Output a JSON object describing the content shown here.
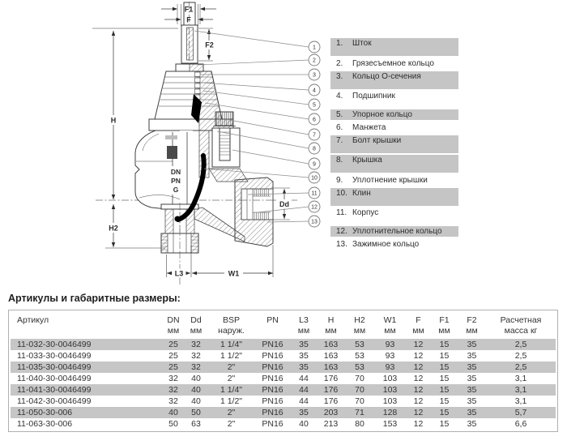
{
  "title": "Артикулы и габаритные размеры:",
  "drawing": {
    "dims": {
      "f1": "F1",
      "f": "F",
      "f2": "F2",
      "h": "H",
      "h2": "H2",
      "l3": "L3",
      "w1": "W1",
      "dd": "Dd"
    },
    "markings": {
      "dn": "DN",
      "pn": "PN",
      "g": "G"
    }
  },
  "parts": [
    {
      "callout": "1",
      "num": "1.",
      "label": "Шток",
      "shaded": true,
      "tall": true,
      "gap": false
    },
    {
      "callout": "2",
      "num": "2.",
      "label": "Грязесъемное кольцо",
      "shaded": false,
      "tall": false,
      "gap": false
    },
    {
      "callout": "3",
      "num": "3.",
      "label": "Кольцо О-сечения",
      "shaded": true,
      "tall": true,
      "gap": false
    },
    {
      "callout": "4",
      "num": "4.",
      "label": "Подшипник",
      "shaded": false,
      "tall": false,
      "gap": true
    },
    {
      "callout": "5",
      "num": "5.",
      "label": "Упорное кольцо",
      "shaded": true,
      "tall": false,
      "gap": false
    },
    {
      "callout": "6",
      "num": "6.",
      "label": "Манжета",
      "shaded": false,
      "tall": false,
      "gap": false
    },
    {
      "callout": "7",
      "num": "7.",
      "label": "Болт крышки",
      "shaded": true,
      "tall": true,
      "gap": false
    },
    {
      "callout": "8",
      "num": "8.",
      "label": "Крышка",
      "shaded": true,
      "tall": true,
      "gap": false
    },
    {
      "callout": "9",
      "num": "9.",
      "label": "Уплотнение крышки",
      "shaded": false,
      "tall": false,
      "gap": false
    },
    {
      "callout": "10",
      "num": "10.",
      "label": "Клин",
      "shaded": true,
      "tall": true,
      "gap": false
    },
    {
      "callout": "11",
      "num": "11.",
      "label": "Корпус",
      "shaded": false,
      "tall": false,
      "gap": true
    },
    {
      "callout": "12",
      "num": "12.",
      "label": "Уплотнительное кольцо",
      "shaded": true,
      "tall": false,
      "gap": false
    },
    {
      "callout": "13",
      "num": "13.",
      "label": "Зажимное кольцо",
      "shaded": false,
      "tall": false,
      "gap": false
    }
  ],
  "table": {
    "headers": [
      {
        "l1": "Артикул",
        "l2": ""
      },
      {
        "l1": "DN",
        "l2": "мм"
      },
      {
        "l1": "Dd",
        "l2": "мм"
      },
      {
        "l1": "BSP",
        "l2": "наруж."
      },
      {
        "l1": "PN",
        "l2": ""
      },
      {
        "l1": "L3",
        "l2": "мм"
      },
      {
        "l1": "H",
        "l2": "мм"
      },
      {
        "l1": "H2",
        "l2": "мм"
      },
      {
        "l1": "W1",
        "l2": "мм"
      },
      {
        "l1": "F",
        "l2": "мм"
      },
      {
        "l1": "F1",
        "l2": "мм"
      },
      {
        "l1": "F2",
        "l2": "мм"
      },
      {
        "l1": "Расчетная",
        "l2": "масса кг"
      }
    ],
    "rows": [
      [
        "11-032-30-0046499",
        "25",
        "32",
        "1 1/4\"",
        "PN16",
        "35",
        "163",
        "53",
        "93",
        "12",
        "15",
        "35",
        "2,5"
      ],
      [
        "11-033-30-0046499",
        "25",
        "32",
        "1 1/2\"",
        "PN16",
        "35",
        "163",
        "53",
        "93",
        "12",
        "15",
        "35",
        "2,5"
      ],
      [
        "11-035-30-0046499",
        "25",
        "32",
        "2\"",
        "PN16",
        "35",
        "163",
        "53",
        "93",
        "12",
        "15",
        "35",
        "2,5"
      ],
      [
        "11-040-30-0046499",
        "32",
        "40",
        "2\"",
        "PN16",
        "44",
        "176",
        "70",
        "103",
        "12",
        "15",
        "35",
        "3,1"
      ],
      [
        "11-041-30-0046499",
        "32",
        "40",
        "1 1/4\"",
        "PN16",
        "44",
        "176",
        "70",
        "103",
        "12",
        "15",
        "35",
        "3,1"
      ],
      [
        "11-042-30-0046499",
        "32",
        "40",
        "1 1/2\"",
        "PN16",
        "44",
        "176",
        "70",
        "103",
        "12",
        "15",
        "35",
        "3,1"
      ],
      [
        "11-050-30-006",
        "40",
        "50",
        "2\"",
        "PN16",
        "35",
        "203",
        "71",
        "128",
        "12",
        "15",
        "35",
        "5,7"
      ],
      [
        "11-063-30-006",
        "50",
        "63",
        "2\"",
        "PN16",
        "40",
        "213",
        "80",
        "153",
        "12",
        "15",
        "35",
        "6,6"
      ]
    ]
  },
  "colors": {
    "row_shading": "#c6c6c6",
    "list_shading": "#c5c5c5",
    "line": "#3f3f3f",
    "table_border": "#b0b0b0"
  }
}
